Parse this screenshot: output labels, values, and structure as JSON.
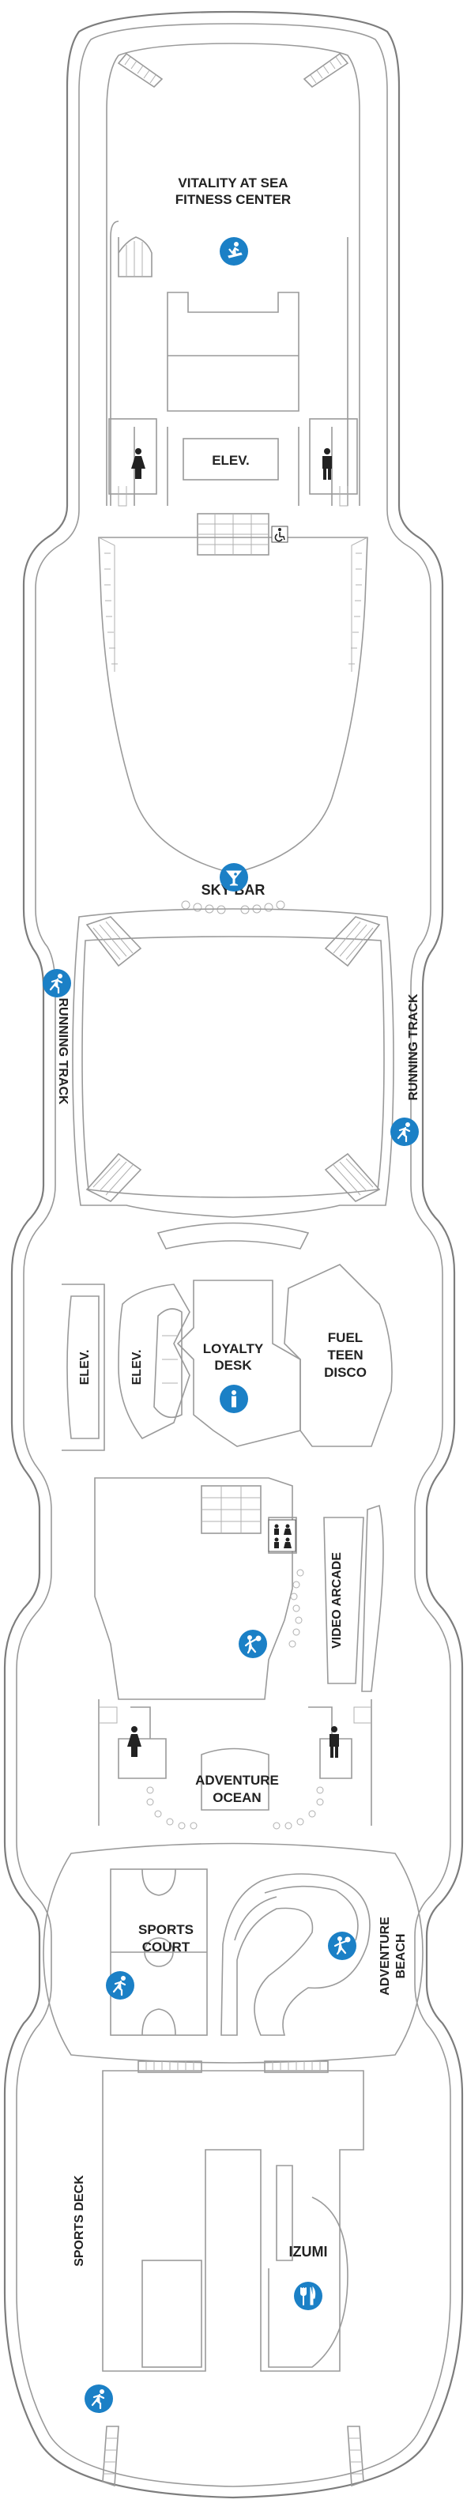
{
  "deck_labels": {
    "fitness": [
      "VITALITY AT SEA",
      "FITNESS CENTER"
    ],
    "elev_top": "ELEV.",
    "sky_bar": "SKY BAR",
    "running_track_left": "RUNNING TRACK",
    "running_track_right": "RUNNING TRACK",
    "elev_left": "ELEV.",
    "elev_right": "ELEV.",
    "loyalty": [
      "LOYALTY",
      "DESK"
    ],
    "fuel": [
      "FUEL",
      "TEEN",
      "DISCO"
    ],
    "video_arcade": "VIDEO ARCADE",
    "adventure_ocean": [
      "ADVENTURE",
      "OCEAN"
    ],
    "sports_court": [
      "SPORTS",
      "COURT"
    ],
    "adventure_beach": [
      "ADVENTURE",
      "BEACH"
    ],
    "sports_deck": "SPORTS DECK",
    "izumi": "IZUMI"
  },
  "icons": {
    "accent_color": "#1b80c6",
    "outline_color": "#9a9a9a",
    "fitness": "fitness-treadmill-icon",
    "bar": "cocktail-bar-icon",
    "info": "info-icon",
    "teen": "teen-club-icon",
    "kids": "kids-club-icon",
    "running": "running-icon",
    "dining": "restaurant-icon",
    "women": "women-restroom-icon",
    "men": "men-restroom-icon",
    "family": "family-restroom-icon",
    "accessible": "wheelchair-icon"
  }
}
